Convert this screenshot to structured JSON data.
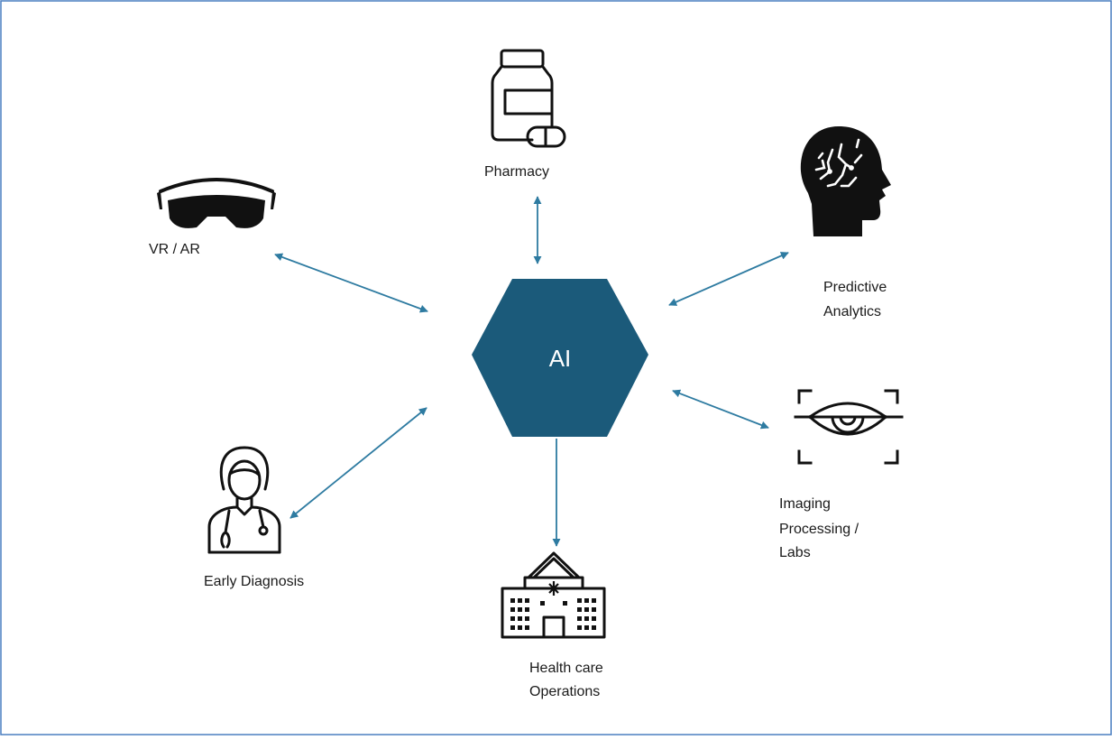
{
  "diagram": {
    "hub": {
      "label": "AI",
      "color": "#1b5a7a"
    },
    "accent_color": "#2e7ba1",
    "frame_color": "#4a7fc1",
    "nodes": [
      {
        "id": "pharmacy",
        "label": "Pharmacy",
        "icon": "medicine-bottle-icon"
      },
      {
        "id": "predictive-analytics",
        "label_lines": [
          "Predictive",
          "Analytics"
        ],
        "icon": "brain-head-icon"
      },
      {
        "id": "imaging",
        "label_lines": [
          "Imaging",
          "Processing /",
          "Labs"
        ],
        "icon": "eye-scan-icon"
      },
      {
        "id": "healthcare-operations",
        "label_lines": [
          "Health care",
          "Operations"
        ],
        "icon": "hospital-icon"
      },
      {
        "id": "early-diagnosis",
        "label": "Early Diagnosis",
        "icon": "doctor-icon"
      },
      {
        "id": "vr-ar",
        "label": "VR / AR",
        "icon": "vr-headset-icon"
      }
    ]
  }
}
